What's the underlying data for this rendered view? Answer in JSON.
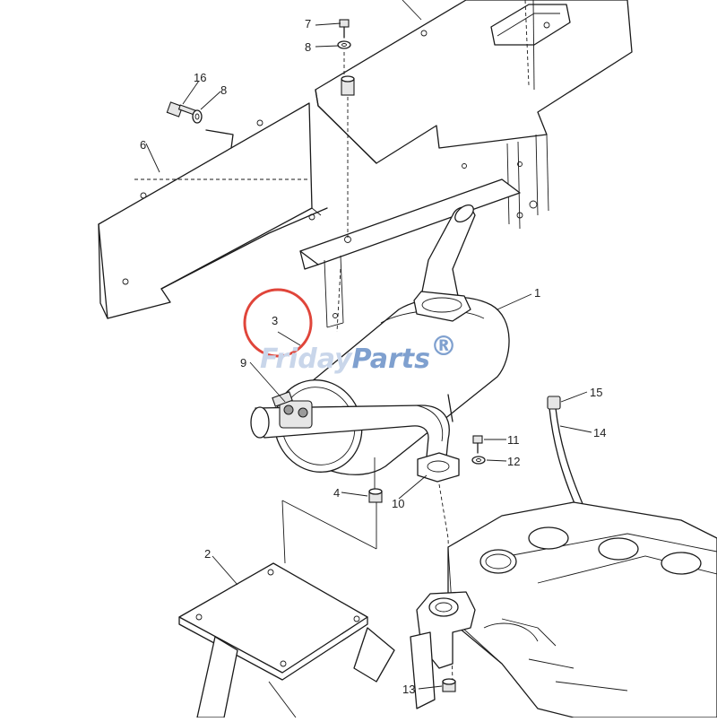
{
  "watermark": {
    "part1": "Friday",
    "part2": "Parts",
    "mark": "®"
  },
  "highlight": {
    "label": "3",
    "color": "#e0453a"
  },
  "callouts": {
    "c1": "1",
    "c2": "2",
    "c3": "3",
    "c4": "4",
    "c6": "6",
    "c7": "7",
    "c8a": "8",
    "c8b": "8",
    "c9": "9",
    "c10": "10",
    "c11": "11",
    "c12": "12",
    "c13": "13",
    "c14": "14",
    "c15": "15",
    "c16": "16"
  }
}
